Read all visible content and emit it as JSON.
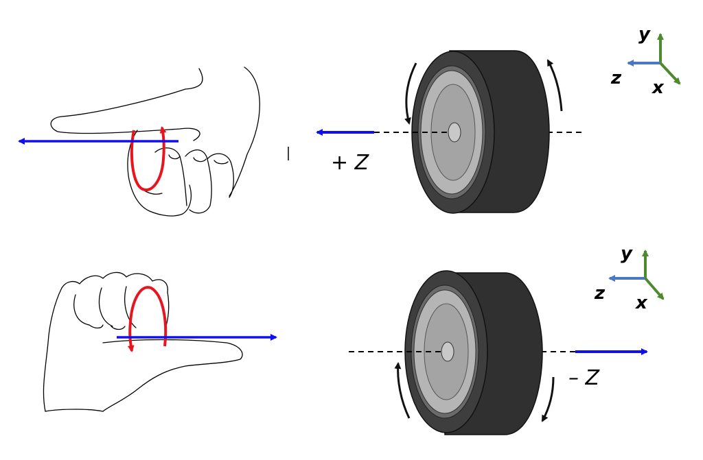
{
  "panels": [
    {
      "id": "top",
      "direction_label": "+ Z",
      "axes": {
        "y": "y",
        "z": "z",
        "x": "x"
      }
    },
    {
      "id": "bottom",
      "direction_label": "– Z",
      "axes": {
        "y": "y",
        "z": "z",
        "x": "x"
      }
    }
  ],
  "colors": {
    "arrow_blue": "#1010ee",
    "curl_red": "#e8141e",
    "axis_x": "#4d8a2e",
    "axis_y": "#4d8a2e",
    "axis_z": "#4a78c4",
    "tire_dark": "#3b3b3b",
    "hub_grey": "#a8a8a8"
  },
  "icons": [
    "right-hand-thumb-left-icon",
    "right-hand-thumb-right-icon",
    "wheel-icon",
    "rotation-arrow-icon",
    "axes-triad-icon"
  ]
}
